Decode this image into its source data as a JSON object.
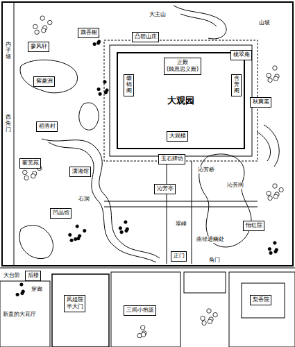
{
  "diagram": {
    "nodes": [
      {
        "text": [
          "大观园"
        ]
      },
      {
        "text": [
          "正殿",
          "(顾恩思义殿)"
        ],
        "in": 0
      },
      {
        "text": [
          "缀锦阁"
        ],
        "in": 0
      },
      {
        "text": [
          "含芳阁"
        ],
        "in": 0
      },
      {
        "text": [
          "大观楼"
        ],
        "in": 0
      },
      {
        "text": [
          "玉石牌坊"
        ]
      },
      {
        "text": [
          "凸碧山庄"
        ]
      },
      {
        "text": [
          "栊翠庵"
        ]
      },
      {
        "text": [
          "藕香榭"
        ]
      },
      {
        "text": [
          "蓼风轩"
        ]
      },
      {
        "text": [
          "紫菱洲"
        ]
      },
      {
        "text": [
          "稻香村"
        ]
      },
      {
        "text": [
          "潇湘馆"
        ]
      },
      {
        "text": [
          "蘅芜苑"
        ]
      },
      {
        "text": [
          "凹晶馆"
        ]
      },
      {
        "text": [
          "秋爽斋"
        ]
      },
      {
        "text": [
          "怡红院"
        ]
      },
      {
        "text": [
          "沁芳亭"
        ]
      },
      {
        "text": [
          "正门"
        ]
      },
      {
        "text": [
          "凤姐院",
          "半大门"
        ]
      },
      {
        "text": [
          "后楼"
        ]
      },
      {
        "text": [
          "三间小抱厦"
        ]
      },
      {
        "text": [
          "梨香院"
        ]
      }
    ],
    "labels": [
      "内子墙",
      "西角门",
      "大台阶",
      "穿廊",
      "新盖的大花厅",
      "沁芳桥",
      "沁芳闸",
      "翠嶂",
      "曲径通幽处",
      "角门",
      "山坡",
      "石洞",
      "大主山"
    ]
  }
}
